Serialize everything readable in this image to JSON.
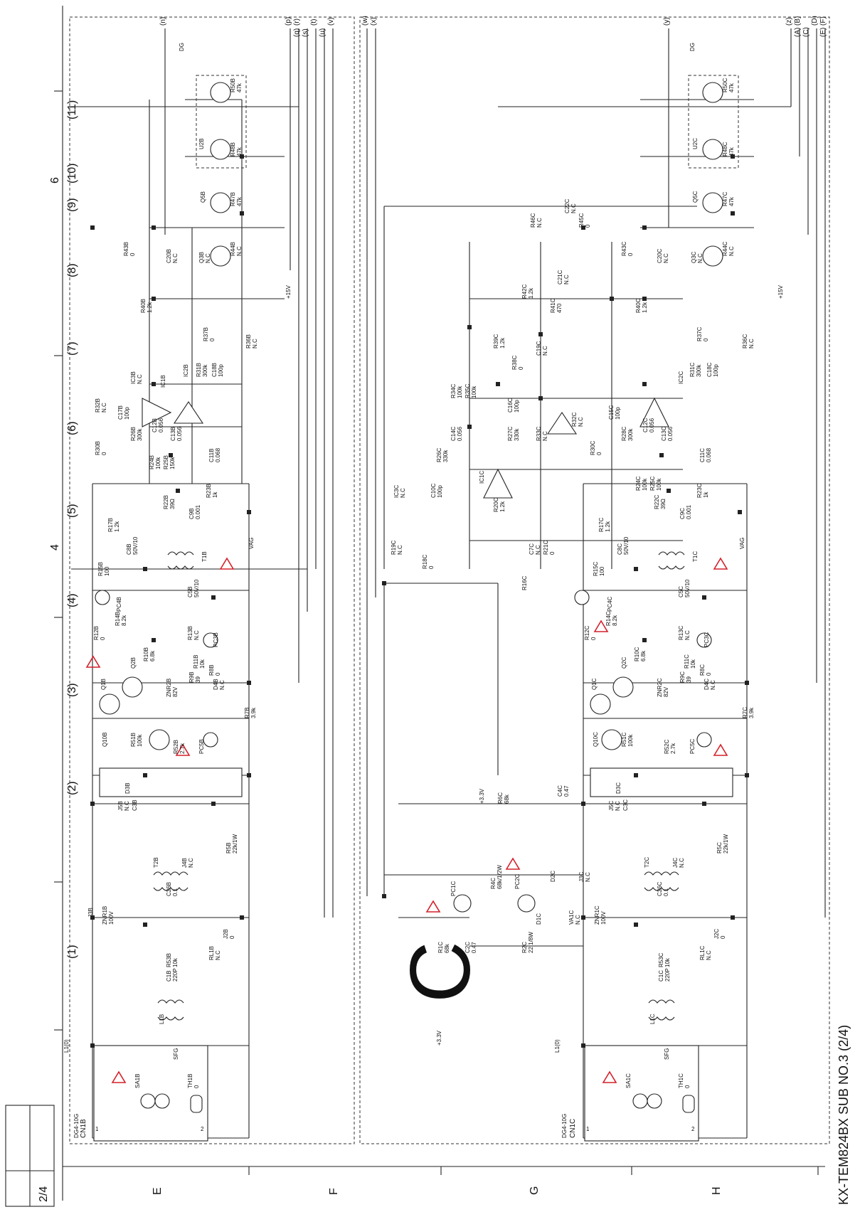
{
  "sheet": {
    "page_label": "2/4",
    "title": "KX-TEM824BX SUB NO.3 (2/4)",
    "big_letter": "C",
    "grid_numbers": [
      "(1)",
      "(2)",
      "(3)",
      "(4)",
      "(5)",
      "(6)",
      "(7)",
      "(8)",
      "(9)",
      "(10)",
      "(11)"
    ],
    "column_numbers": [
      "4",
      "6"
    ],
    "row_letters": [
      "E",
      "F",
      "G",
      "H"
    ],
    "top_connectors_left": [
      "(n)",
      "(p)",
      "(q)",
      "(r)",
      "(s)",
      "(t)",
      "(u)",
      "(v)"
    ],
    "top_connectors_mid": [
      "(w)",
      "(x)",
      "(y)"
    ],
    "top_connectors_right": [
      "(z)",
      "(A)",
      "(B)",
      "(C)",
      "(D)",
      "(E)",
      "(F)"
    ]
  },
  "block_b": {
    "connector": "CN1B",
    "connector_part": "DG4-10G",
    "connector_pins": [
      "1",
      "2"
    ],
    "line_ref": "L1(0)",
    "components": [
      {
        "ref": "SA1B",
        "value": ""
      },
      {
        "ref": "TH1B",
        "value": "0"
      },
      {
        "ref": "L1B",
        "value": ""
      },
      {
        "ref": "SFG",
        "value": ""
      },
      {
        "ref": "C1B",
        "value": "220P"
      },
      {
        "ref": "ZNR1B",
        "value": "100V"
      },
      {
        "ref": "J3B",
        "value": ""
      },
      {
        "ref": "R53B",
        "value": "10k"
      },
      {
        "ref": "RL1B",
        "value": "N.C"
      },
      {
        "ref": "J2B",
        "value": "0"
      },
      {
        "ref": "C26B",
        "value": "0.1"
      },
      {
        "ref": "T2B",
        "value": ""
      },
      {
        "ref": "J4B",
        "value": "N.C"
      },
      {
        "ref": "R5B",
        "value": "22k/1W"
      },
      {
        "ref": "C3B",
        "value": ""
      },
      {
        "ref": "J5B",
        "value": "N.C"
      },
      {
        "ref": "D3B",
        "value": ""
      },
      {
        "ref": "Q10B",
        "value": ""
      },
      {
        "ref": "R51B",
        "value": "100k"
      },
      {
        "ref": "R52B",
        "value": "2.7k"
      },
      {
        "ref": "ZNR2B",
        "value": "82V"
      },
      {
        "ref": "PC5B",
        "value": ""
      },
      {
        "ref": "R7B",
        "value": "3.9k"
      },
      {
        "ref": "Q1B",
        "value": ""
      },
      {
        "ref": "Q2B",
        "value": ""
      },
      {
        "ref": "R10B",
        "value": "6.8k"
      },
      {
        "ref": "R14B",
        "value": "8.2k"
      },
      {
        "ref": "R9B",
        "value": "39"
      },
      {
        "ref": "D4B",
        "value": "N.C"
      },
      {
        "ref": "R11B",
        "value": "10k"
      },
      {
        "ref": "R8B",
        "value": "0"
      },
      {
        "ref": "PC3B",
        "value": ""
      },
      {
        "ref": "R13B",
        "value": "N.C"
      },
      {
        "ref": "C5B",
        "value": "50V/10"
      },
      {
        "ref": "R12B",
        "value": "0"
      },
      {
        "ref": "PC4B",
        "value": ""
      },
      {
        "ref": "R15B",
        "value": "100"
      },
      {
        "ref": "C8B",
        "value": "50V/10"
      },
      {
        "ref": "T1B",
        "value": ""
      },
      {
        "ref": "R17B",
        "value": "1.2k"
      },
      {
        "ref": "C9B",
        "value": "0.001"
      },
      {
        "ref": "R22B",
        "value": "39Ω"
      },
      {
        "ref": "R23B",
        "value": "1k"
      },
      {
        "ref": "C11B",
        "value": "0.068"
      },
      {
        "ref": "R24B",
        "value": "100k"
      },
      {
        "ref": "R25B",
        "value": "150k"
      },
      {
        "ref": "C13B",
        "value": "0.056"
      },
      {
        "ref": "C12B",
        "value": "0.056"
      },
      {
        "ref": "R26B",
        "value": "300k"
      },
      {
        "ref": "R30B",
        "value": "0"
      },
      {
        "ref": "C17B",
        "value": "100p"
      },
      {
        "ref": "R32B",
        "value": "N.C"
      },
      {
        "ref": "IC3B",
        "value": "N.C"
      },
      {
        "ref": "IC1B",
        "value": ""
      },
      {
        "ref": "IC2B",
        "value": ""
      },
      {
        "ref": "R31B",
        "value": "300k"
      },
      {
        "ref": "C18B",
        "value": "100p"
      },
      {
        "ref": "R37B",
        "value": "0"
      },
      {
        "ref": "R36B",
        "value": "N.C"
      },
      {
        "ref": "R40B",
        "value": "1.2k"
      },
      {
        "ref": "R43B",
        "value": "0"
      },
      {
        "ref": "C20B",
        "value": "N.C"
      },
      {
        "ref": "Q3B",
        "value": "N.C"
      },
      {
        "ref": "R44B",
        "value": "N.C"
      },
      {
        "ref": "Q5B",
        "value": ""
      },
      {
        "ref": "R47B",
        "value": "47k"
      },
      {
        "ref": "U2B",
        "value": ""
      },
      {
        "ref": "R48B",
        "value": "47k"
      },
      {
        "ref": "R50B",
        "value": "47k"
      }
    ]
  },
  "block_c": {
    "connector": "CN1C",
    "connector_part": "DG4-10G",
    "connector_pins": [
      "1",
      "2"
    ],
    "line_ref": "L1(0)",
    "components": [
      {
        "ref": "SA1C",
        "value": ""
      },
      {
        "ref": "TH1C",
        "value": "0"
      },
      {
        "ref": "L1C",
        "value": ""
      },
      {
        "ref": "SFG",
        "value": ""
      },
      {
        "ref": "C1C",
        "value": "220P"
      },
      {
        "ref": "ZNR1C",
        "value": "100V"
      },
      {
        "ref": "J3C",
        "value": "N.C"
      },
      {
        "ref": "R53C",
        "value": "10k"
      },
      {
        "ref": "RL1C",
        "value": "N.C"
      },
      {
        "ref": "J2C",
        "value": "0"
      },
      {
        "ref": "C26C",
        "value": "0.1"
      },
      {
        "ref": "T2C",
        "value": ""
      },
      {
        "ref": "J4C",
        "value": "N.C"
      },
      {
        "ref": "R5C",
        "value": "22k/1W"
      },
      {
        "ref": "C3C",
        "value": ""
      },
      {
        "ref": "J5C",
        "value": "N.C"
      },
      {
        "ref": "D3C",
        "value": ""
      },
      {
        "ref": "C4C",
        "value": "0.47"
      },
      {
        "ref": "R6C",
        "value": "68k"
      },
      {
        "ref": "PC1C",
        "value": ""
      },
      {
        "ref": "R4C",
        "value": "68k/1/2W"
      },
      {
        "ref": "PC2C",
        "value": ""
      },
      {
        "ref": "D1C",
        "value": ""
      },
      {
        "ref": "D2C",
        "value": ""
      },
      {
        "ref": "VA1C",
        "value": "N.C"
      },
      {
        "ref": "R2C",
        "value": "22 1/8W"
      },
      {
        "ref": "R1C",
        "value": "68k"
      },
      {
        "ref": "C2C",
        "value": "0.47"
      },
      {
        "ref": "Q10C",
        "value": ""
      },
      {
        "ref": "R51C",
        "value": "100k"
      },
      {
        "ref": "R52C",
        "value": "2.7k"
      },
      {
        "ref": "ZNR2C",
        "value": "82V"
      },
      {
        "ref": "PC5C",
        "value": ""
      },
      {
        "ref": "R7C",
        "value": "3.9k"
      },
      {
        "ref": "Q1C",
        "value": ""
      },
      {
        "ref": "Q2C",
        "value": ""
      },
      {
        "ref": "R10C",
        "value": "6.8k"
      },
      {
        "ref": "R14C",
        "value": "8.2k"
      },
      {
        "ref": "R9C",
        "value": "39"
      },
      {
        "ref": "D4C",
        "value": "N.C"
      },
      {
        "ref": "R11C",
        "value": "10k"
      },
      {
        "ref": "R8C",
        "value": "0"
      },
      {
        "ref": "PC3C",
        "value": ""
      },
      {
        "ref": "R13C",
        "value": "N.C"
      },
      {
        "ref": "C5C",
        "value": "50V/10"
      },
      {
        "ref": "R12C",
        "value": "0"
      },
      {
        "ref": "PC4C",
        "value": ""
      },
      {
        "ref": "R15C",
        "value": "100"
      },
      {
        "ref": "C8C",
        "value": "50V/10"
      },
      {
        "ref": "T1C",
        "value": ""
      },
      {
        "ref": "R16C",
        "value": ""
      },
      {
        "ref": "R17C",
        "value": "1.2k"
      },
      {
        "ref": "C7C",
        "value": "N.C"
      },
      {
        "ref": "R21C",
        "value": "0"
      },
      {
        "ref": "C9C",
        "value": "0.001"
      },
      {
        "ref": "R22C",
        "value": "39Ω"
      },
      {
        "ref": "R23C",
        "value": "1k"
      },
      {
        "ref": "C11C",
        "value": "0.068"
      },
      {
        "ref": "R24C",
        "value": "100k"
      },
      {
        "ref": "R25C",
        "value": "100k"
      },
      {
        "ref": "C13C",
        "value": "0.056"
      },
      {
        "ref": "C12C",
        "value": "0.056"
      },
      {
        "ref": "R28C",
        "value": "300k"
      },
      {
        "ref": "R30C",
        "value": "0"
      },
      {
        "ref": "C15C",
        "value": "100p"
      },
      {
        "ref": "R18C",
        "value": "0"
      },
      {
        "ref": "R19C",
        "value": "N.C"
      },
      {
        "ref": "IC3C",
        "value": "N.C"
      },
      {
        "ref": "C10C",
        "value": "100p"
      },
      {
        "ref": "R26C",
        "value": "330k"
      },
      {
        "ref": "R20C",
        "value": "1.2k"
      },
      {
        "ref": "IC1C",
        "value": ""
      },
      {
        "ref": "C14C",
        "value": "0.056"
      },
      {
        "ref": "R27C",
        "value": "330k"
      },
      {
        "ref": "C16C",
        "value": "100p"
      },
      {
        "ref": "R33C",
        "value": "N.C"
      },
      {
        "ref": "R32C",
        "value": "N.C"
      },
      {
        "ref": "R34C",
        "value": "100k"
      },
      {
        "ref": "R35C",
        "value": "100k"
      },
      {
        "ref": "R38C",
        "value": "0"
      },
      {
        "ref": "C19C",
        "value": "N.C"
      },
      {
        "ref": "R39C",
        "value": "1.2k"
      },
      {
        "ref": "R41C",
        "value": "470"
      },
      {
        "ref": "R42C",
        "value": "1.2k"
      },
      {
        "ref": "C21C",
        "value": "N.C"
      },
      {
        "ref": "IC2C",
        "value": ""
      },
      {
        "ref": "R31C",
        "value": "300k"
      },
      {
        "ref": "C18C",
        "value": "100p"
      },
      {
        "ref": "R37C",
        "value": "0"
      },
      {
        "ref": "R36C",
        "value": "N.C"
      },
      {
        "ref": "R40C",
        "value": "1.2k"
      },
      {
        "ref": "R43C",
        "value": "0"
      },
      {
        "ref": "C20C",
        "value": "N.C"
      },
      {
        "ref": "R45C",
        "value": "0"
      },
      {
        "ref": "R46C",
        "value": "N.C"
      },
      {
        "ref": "C22C",
        "value": "N.C"
      },
      {
        "ref": "Q3C",
        "value": "N.C"
      },
      {
        "ref": "R44C",
        "value": "N.C"
      },
      {
        "ref": "Q5C",
        "value": ""
      },
      {
        "ref": "R47C",
        "value": "47k"
      },
      {
        "ref": "U2C",
        "value": ""
      },
      {
        "ref": "R48C",
        "value": "47k"
      },
      {
        "ref": "R50C",
        "value": "47k"
      }
    ]
  },
  "power_labels": {
    "vag": "VAG",
    "plus15": "+15V",
    "plus33": "+3.3V",
    "dg": "DG"
  }
}
